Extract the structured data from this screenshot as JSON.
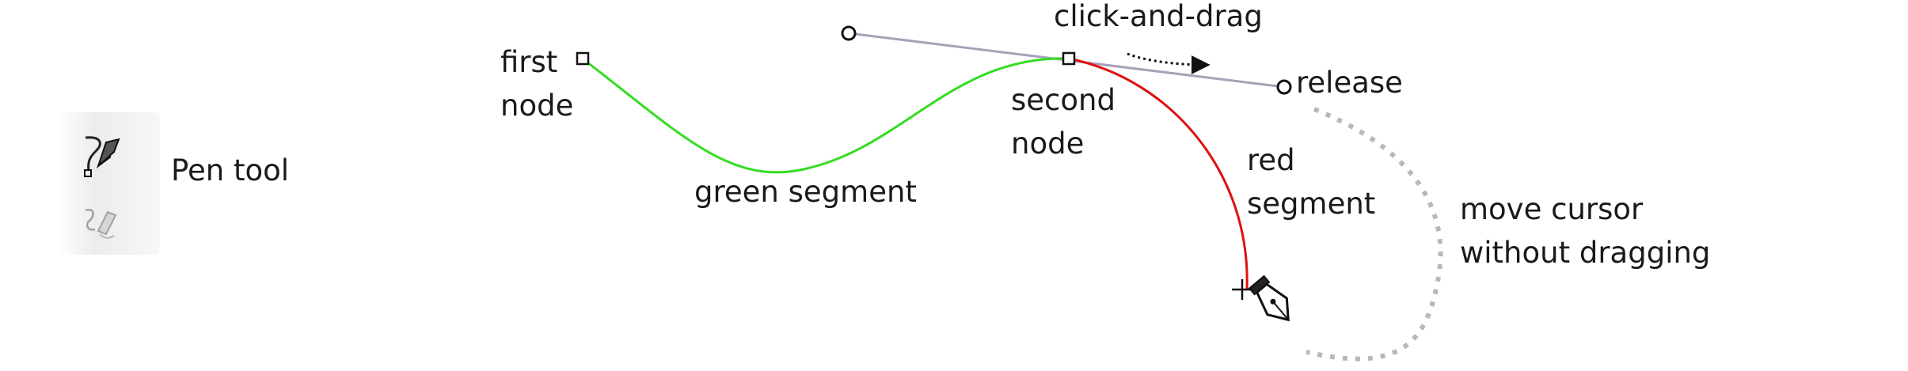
{
  "toolbar": {
    "tool_label": "Pen tool",
    "active_tool_icon": "pen-bezier-icon",
    "inactive_tool_icon": "pencil-freehand-icon"
  },
  "labels": {
    "first_node": [
      "first",
      "node"
    ],
    "second_node": [
      "second",
      "node"
    ],
    "green_segment": "green segment",
    "red_segment": [
      "red",
      "segment"
    ],
    "click_and_drag": "click-and-drag",
    "release": "release",
    "move_cursor": [
      "move cursor",
      "without dragging"
    ]
  },
  "colors": {
    "green_segment": "#33dd22",
    "red_segment": "#dd1111",
    "handle_line": "#a8a0b8",
    "cursor_path": "#b8b8b8",
    "node": "#111111"
  },
  "cursor_icon": "pen-cursor-icon"
}
